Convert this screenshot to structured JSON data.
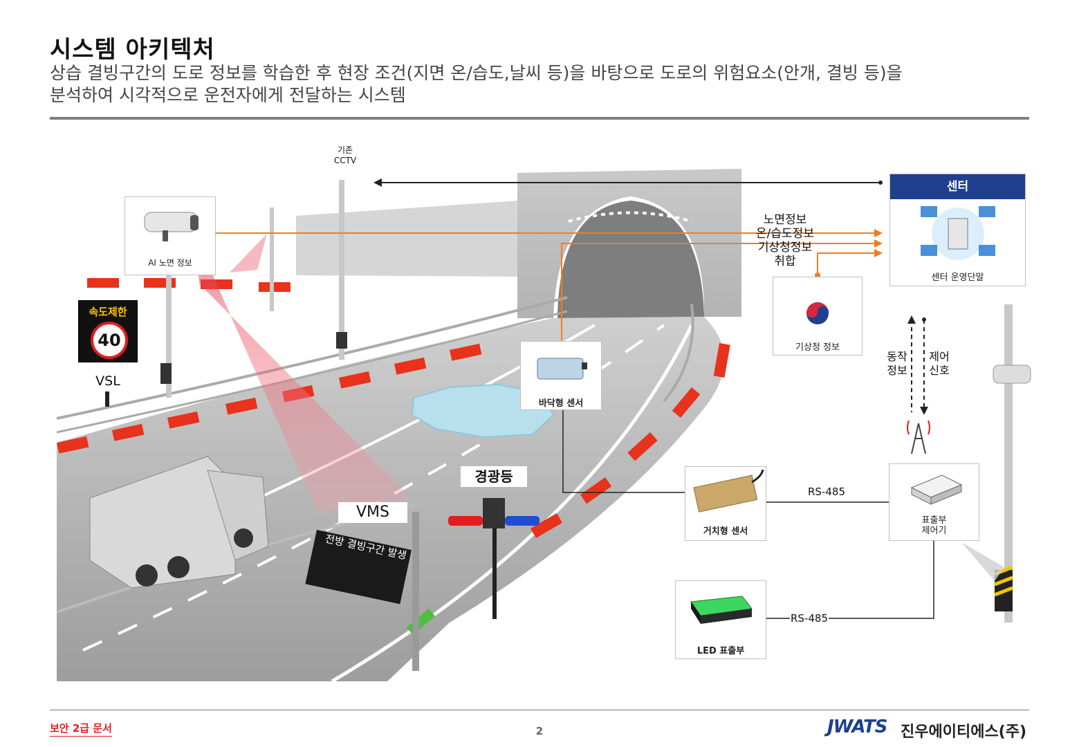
{
  "header": {
    "title": "시스템 아키텍처",
    "subtitle_line1": "상습 결빙구간의 도로 정보를 학습한 후 현장 조건(지면 온/습도,날씨 등)을 바탕으로 도로의 위험요소(안개, 결빙 등)을",
    "subtitle_line2": "분석하여 시각적으로 운전자에게 전달하는 시스템"
  },
  "diagram": {
    "existing_cctv": "기존\nCCTV",
    "ai_camera_label": "AI 노면 정보",
    "vsl_sign": {
      "title": "속도제한",
      "speed": "40",
      "label": "VSL"
    },
    "vms": {
      "label": "VMS",
      "sign_text": "전방 결빙구간 발생"
    },
    "beacon_label": "경광등",
    "floor_sensor_label": "바닥형 센서",
    "mounted_sensor_label": "거치형 센서",
    "weather_label": "기상청 정보",
    "center": {
      "header": "센터",
      "caption": "센터 운영단말"
    },
    "collect_lines": [
      "노면정보",
      "온/습도정보",
      "기상청정보",
      "취합"
    ],
    "status_info": "동작\n정보",
    "control_signal": "제어\n신호",
    "rs485_1": "RS-485",
    "rs485_2": "RS-485",
    "controller_label": "표출부\n제어기",
    "led_label": "LED 표출부"
  },
  "footer": {
    "confidential": "보안 2급 문서",
    "page": "2",
    "logo": "JWATS",
    "company": "진우에이티에스(주)"
  },
  "colors": {
    "accent_orange": "#ef7d22",
    "center_blue": "#1f3f8f",
    "warning_red": "#e31c1c",
    "led_green": "#3cd660"
  }
}
